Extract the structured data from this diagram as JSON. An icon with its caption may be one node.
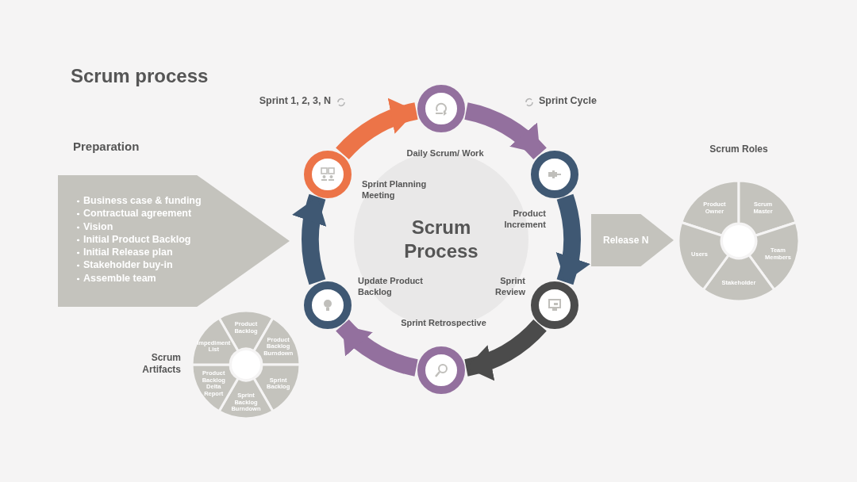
{
  "diagram": {
    "title": "Scrum process",
    "nodes": [
      {
        "text": [
          "Preparation",
          "Business case & funding",
          "Contractual agreement",
          "Vision",
          "Initial Product Backlog",
          "Initial Release plan",
          "Stakeholder buy-in",
          "Assemble team"
        ]
      },
      {
        "text": [
          "Scrum Process"
        ]
      },
      {
        "text": [],
        "shape": "circle"
      },
      {
        "text": [],
        "shape": "circle"
      },
      {
        "text": [],
        "shape": "circle"
      },
      {
        "text": [],
        "shape": "circle"
      },
      {
        "text": [],
        "shape": "circle"
      },
      {
        "text": [],
        "shape": "circle"
      },
      {
        "text": [
          "Release N"
        ]
      },
      {
        "text": [
          "Product Owner"
        ]
      },
      {
        "text": [
          "Scrum Master"
        ]
      },
      {
        "text": [
          "Team Members"
        ]
      },
      {
        "text": [
          "Stakeholder"
        ]
      },
      {
        "text": [
          "Users"
        ]
      },
      {
        "text": [
          "Product Backlog"
        ]
      },
      {
        "text": [
          "Product Backlog Burndown"
        ]
      },
      {
        "text": [
          "Sprint Backlog"
        ]
      },
      {
        "text": [
          "Sprint Backlog Burndown"
        ]
      },
      {
        "text": [
          "Product Backlog Delta Report"
        ]
      },
      {
        "text": [
          "Impediment List"
        ]
      }
    ],
    "edges": [
      {
        "from": 2,
        "to": 3,
        "arrow": "to",
        "color": "#ec7448"
      },
      {
        "from": 3,
        "to": 4,
        "arrow": "to",
        "color": "#93709e"
      },
      {
        "from": 4,
        "to": 5,
        "arrow": "to",
        "color": "#3f5873"
      },
      {
        "from": 5,
        "to": 6,
        "arrow": "to",
        "color": "#4b4b4b"
      },
      {
        "from": 6,
        "to": 7,
        "arrow": "to",
        "color": "#93709e"
      },
      {
        "from": 7,
        "to": 2,
        "arrow": "to",
        "color": "#3f5873"
      }
    ],
    "labels": [
      "Sprint 1, 2, 3, N",
      "Sprint Cycle",
      "Scrum Roles",
      "Daily Scrum/ Work",
      "Sprint Planning Meeting",
      "Product Increment",
      "Update Product Backlog",
      "Sprint Review",
      "Sprint Retrospective",
      "Scrum Artifacts"
    ]
  }
}
